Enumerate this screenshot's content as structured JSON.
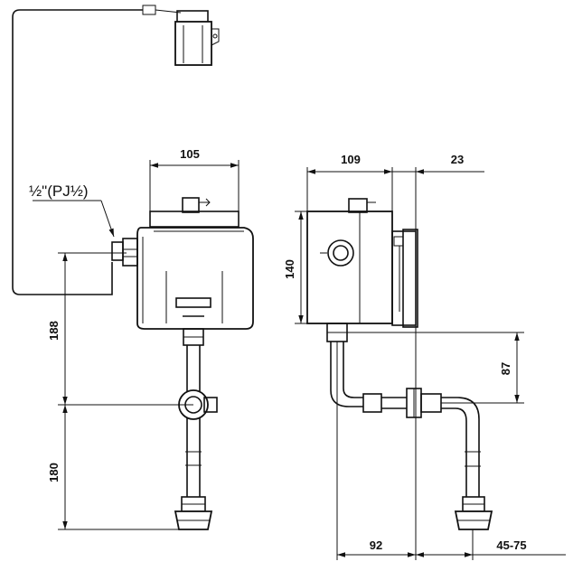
{
  "dimensions": {
    "top_width_front": "105",
    "top_width_side": "109",
    "side_depth": "23",
    "body_height": "140",
    "height_upper": "188",
    "height_lower": "180",
    "drop_side": "87",
    "bottom_left": "92",
    "bottom_right": "45-75"
  },
  "thread_label": "½\"(PJ½)"
}
